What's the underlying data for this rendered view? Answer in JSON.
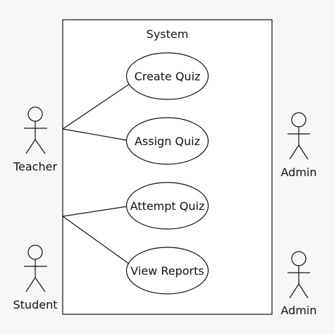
{
  "diagram": {
    "type": "use-case",
    "system": {
      "label": "System"
    },
    "use_cases": [
      {
        "id": "create-quiz",
        "label": "Create Quiz"
      },
      {
        "id": "assign-quiz",
        "label": "Assign Quiz"
      },
      {
        "id": "attempt-quiz",
        "label": "Attempt Quiz"
      },
      {
        "id": "view-reports",
        "label": "View Reports"
      }
    ],
    "actors": [
      {
        "id": "teacher",
        "label": "Teacher"
      },
      {
        "id": "student",
        "label": "Student"
      },
      {
        "id": "admin-1",
        "label": "Admin"
      },
      {
        "id": "admin-2",
        "label": "Admin"
      }
    ],
    "associations": [
      {
        "actor": "teacher",
        "use_case": "create-quiz"
      },
      {
        "actor": "teacher",
        "use_case": "assign-quiz"
      },
      {
        "actor": "student",
        "use_case": "attempt-quiz"
      },
      {
        "actor": "student",
        "use_case": "view-reports"
      }
    ]
  },
  "colors": {
    "background": "#f7f7f7",
    "stroke": "#111111",
    "fill": "#ffffff"
  }
}
